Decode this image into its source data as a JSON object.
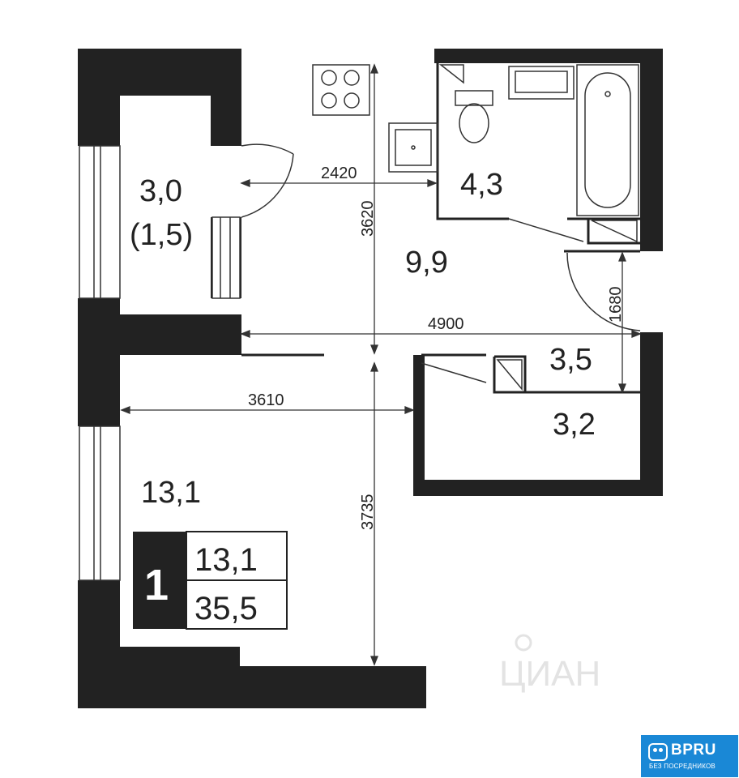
{
  "plan": {
    "rooms": [
      {
        "id": "balcony",
        "area": "3,0",
        "sub": "(1,5)"
      },
      {
        "id": "bathroom",
        "area": "4,3"
      },
      {
        "id": "kitchen",
        "area": "9,9"
      },
      {
        "id": "hall",
        "area": "3,5"
      },
      {
        "id": "storage",
        "area": "3,2"
      },
      {
        "id": "living-room",
        "area": "13,1"
      }
    ],
    "dimensions": {
      "kitchen_width": "2420",
      "kitchen_height": "3620",
      "hall_width": "4900",
      "hall_height": "1680",
      "living_width": "3610",
      "living_height": "3735"
    },
    "summary": {
      "room_count": "1",
      "living_area": "13,1",
      "total_area": "35,5"
    },
    "watermark": "ЦИАН"
  },
  "badge": {
    "name": "BPRU",
    "subtitle": "БЕЗ ПОСРЕДНИКОВ",
    "color": "#1a88d6"
  },
  "colors": {
    "wall": "#222222",
    "line": "#333333",
    "background": "#ffffff"
  }
}
